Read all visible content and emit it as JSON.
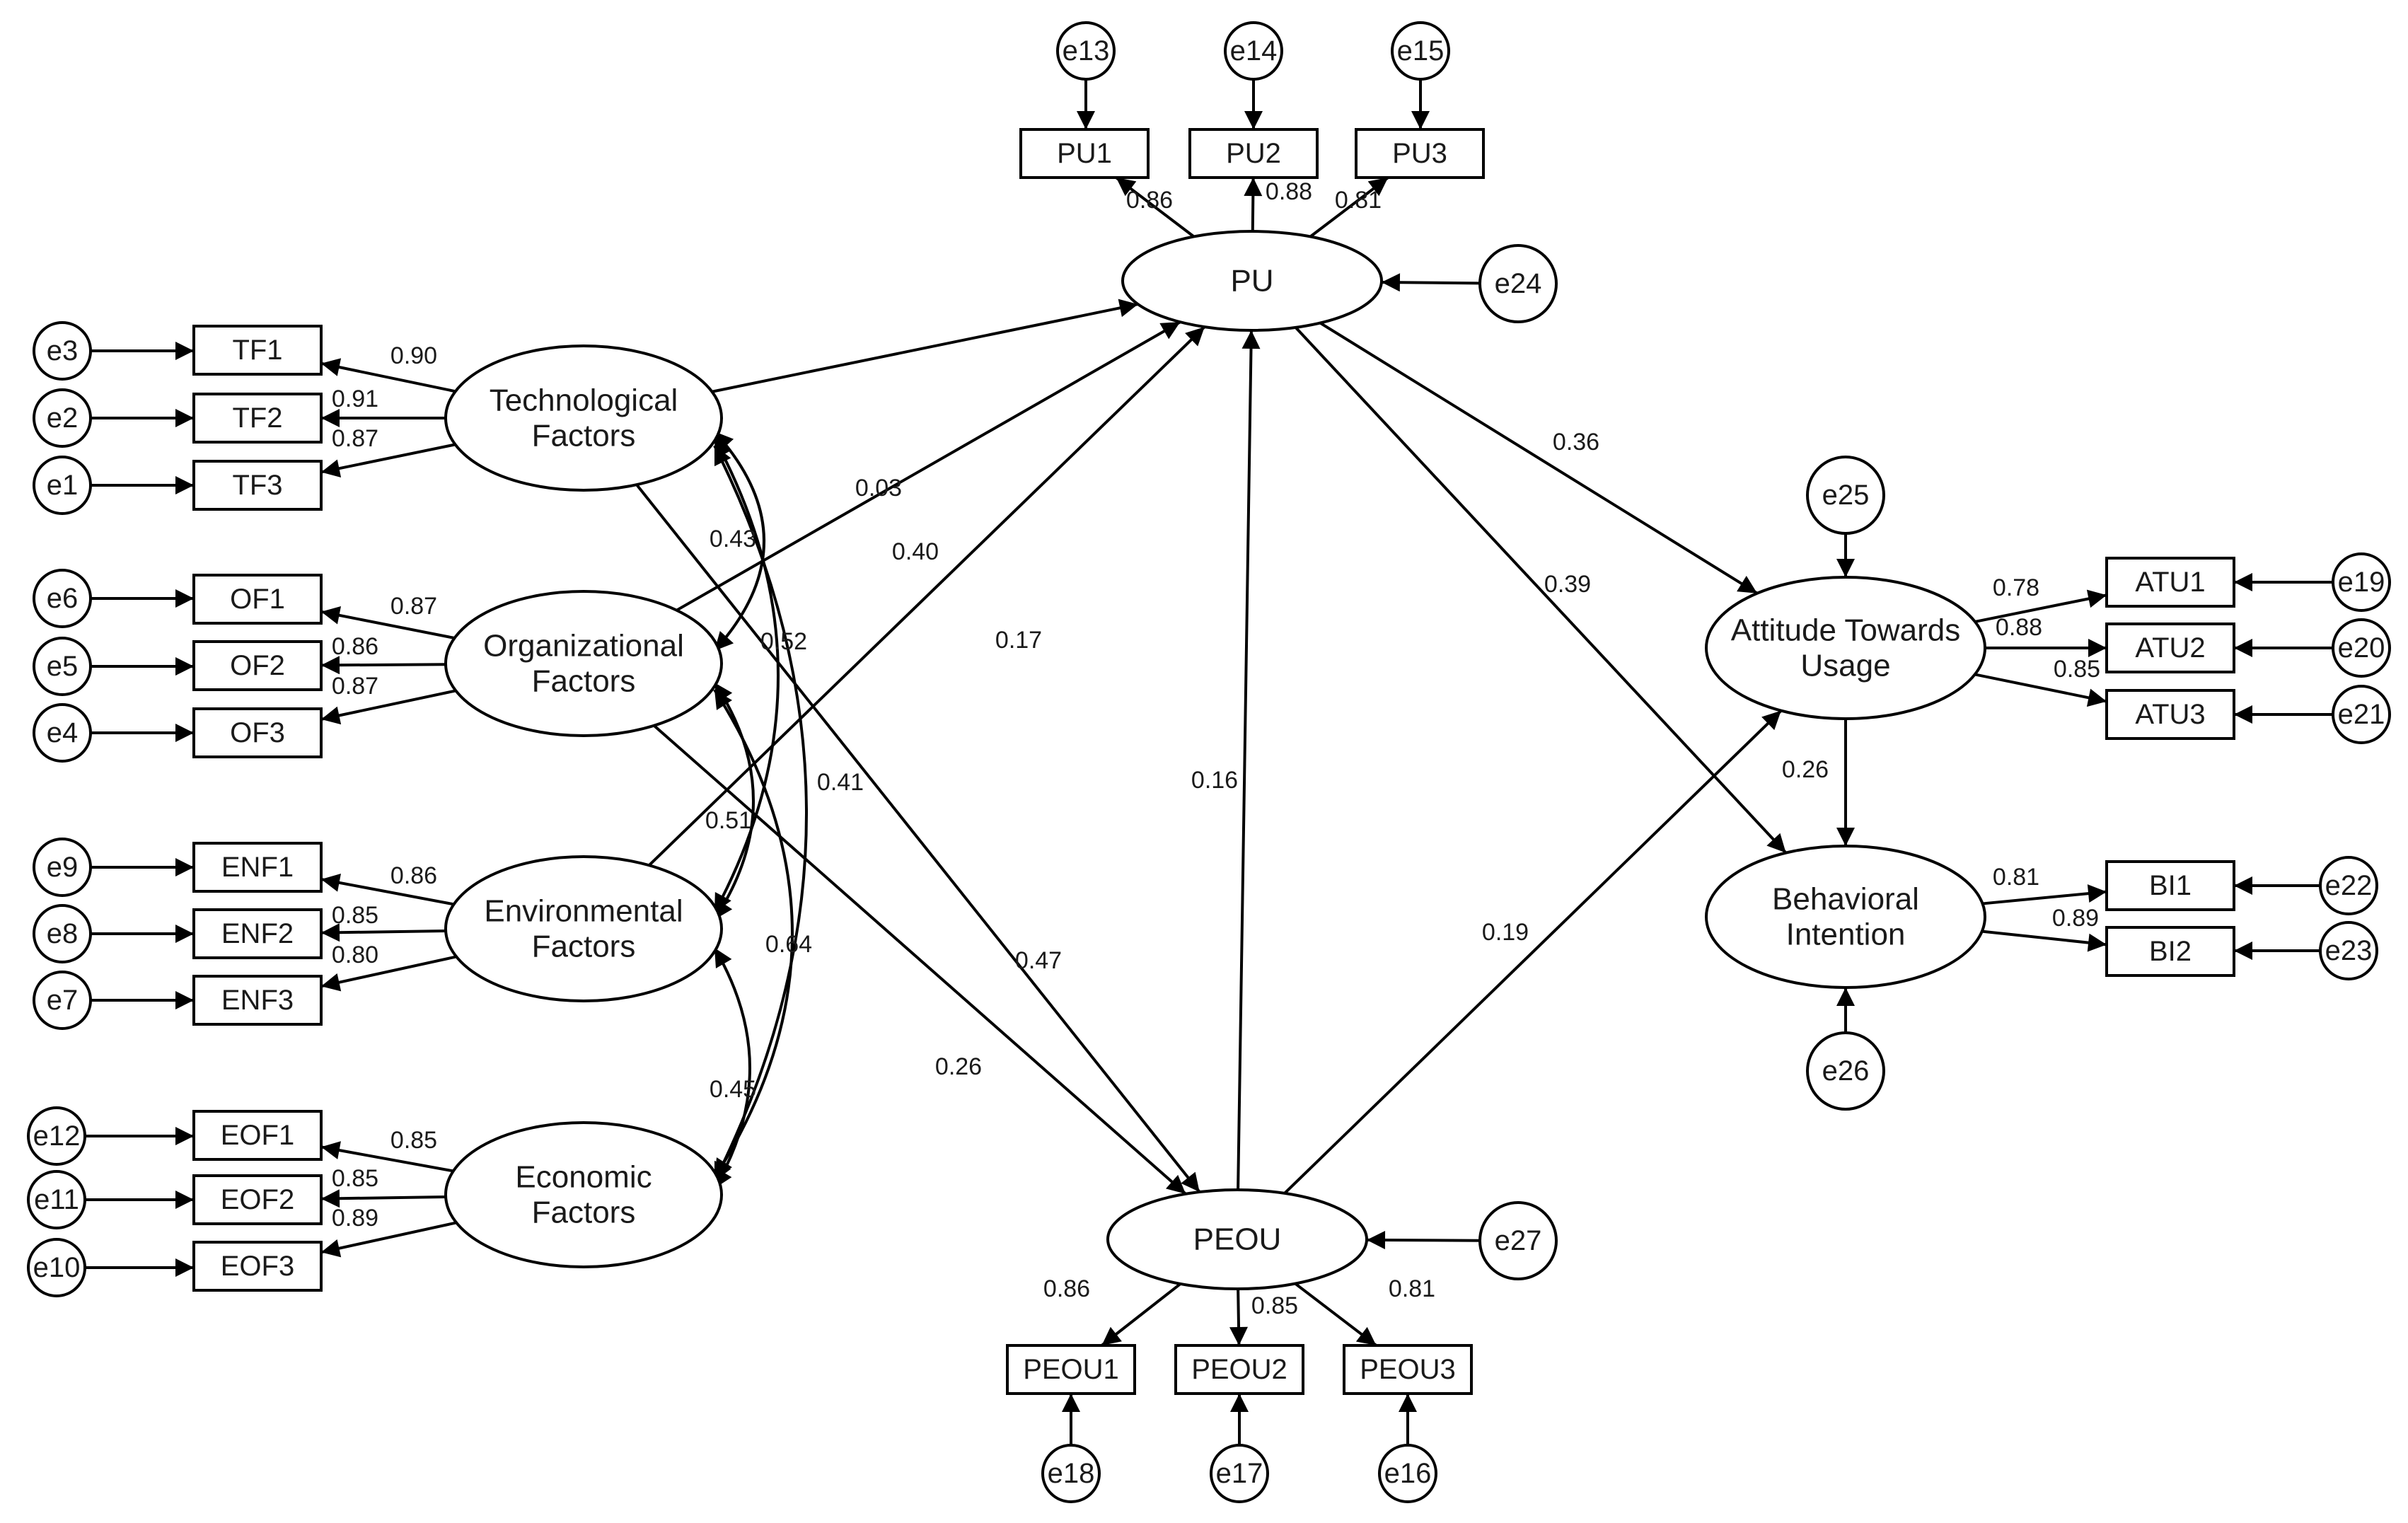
{
  "latent": [
    {
      "id": "tf",
      "lines": [
        "Technological",
        "Factors"
      ]
    },
    {
      "id": "of",
      "lines": [
        "Organizational",
        "Factors"
      ]
    },
    {
      "id": "enf",
      "lines": [
        "Environmental",
        "Factors"
      ]
    },
    {
      "id": "eof",
      "lines": [
        "Economic",
        "Factors"
      ]
    },
    {
      "id": "pu",
      "lines": [
        "PU"
      ]
    },
    {
      "id": "peou",
      "lines": [
        "PEOU"
      ]
    },
    {
      "id": "atu",
      "lines": [
        "Attitude Towards",
        "Usage"
      ]
    },
    {
      "id": "bi",
      "lines": [
        "Behavioral",
        "Intention"
      ]
    }
  ],
  "indicators": [
    {
      "id": "TF1",
      "label": "TF1",
      "error": "e3",
      "loading": "0.90"
    },
    {
      "id": "TF2",
      "label": "TF2",
      "error": "e2",
      "loading": "0.91"
    },
    {
      "id": "TF3",
      "label": "TF3",
      "error": "e1",
      "loading": "0.87"
    },
    {
      "id": "OF1",
      "label": "OF1",
      "error": "e6",
      "loading": "0.87"
    },
    {
      "id": "OF2",
      "label": "OF2",
      "error": "e5",
      "loading": "0.86"
    },
    {
      "id": "OF3",
      "label": "OF3",
      "error": "e4",
      "loading": "0.87"
    },
    {
      "id": "ENF1",
      "label": "ENF1",
      "error": "e9",
      "loading": "0.86"
    },
    {
      "id": "ENF2",
      "label": "ENF2",
      "error": "e8",
      "loading": "0.85"
    },
    {
      "id": "ENF3",
      "label": "ENF3",
      "error": "e7",
      "loading": "0.80"
    },
    {
      "id": "EOF1",
      "label": "EOF1",
      "error": "e12",
      "loading": "0.85"
    },
    {
      "id": "EOF2",
      "label": "EOF2",
      "error": "e11",
      "loading": "0.85"
    },
    {
      "id": "EOF3",
      "label": "EOF3",
      "error": "e10",
      "loading": "0.89"
    },
    {
      "id": "PU1",
      "label": "PU1",
      "error": "e13",
      "loading": "0.86"
    },
    {
      "id": "PU2",
      "label": "PU2",
      "error": "e14",
      "loading": "0.88"
    },
    {
      "id": "PU3",
      "label": "PU3",
      "error": "e15",
      "loading": "0.81"
    },
    {
      "id": "PEOU1",
      "label": "PEOU1",
      "error": "e18",
      "loading": "0.86"
    },
    {
      "id": "PEOU2",
      "label": "PEOU2",
      "error": "e17",
      "loading": "0.85"
    },
    {
      "id": "PEOU3",
      "label": "PEOU3",
      "error": "e16",
      "loading": "0.81"
    },
    {
      "id": "ATU1",
      "label": "ATU1",
      "error": "e19",
      "loading": "0.78"
    },
    {
      "id": "ATU2",
      "label": "ATU2",
      "error": "e20",
      "loading": "0.88"
    },
    {
      "id": "ATU3",
      "label": "ATU3",
      "error": "e21",
      "loading": "0.85"
    },
    {
      "id": "BI1",
      "label": "BI1",
      "error": "e22",
      "loading": "0.81"
    },
    {
      "id": "BI2",
      "label": "BI2",
      "error": "e23",
      "loading": "0.89"
    }
  ],
  "disturbances": [
    {
      "id": "e24",
      "target": "pu"
    },
    {
      "id": "e27",
      "target": "peou"
    },
    {
      "id": "e25",
      "target": "atu"
    },
    {
      "id": "e26",
      "target": "bi"
    }
  ],
  "paths": [
    {
      "from": "tf",
      "to": "pu",
      "coef": "0.03"
    },
    {
      "from": "of",
      "to": "pu",
      "coef": "0.40"
    },
    {
      "from": "enf",
      "to": "pu",
      "coef": "0.17"
    },
    {
      "from": "tf",
      "to": "peou",
      "coef": "0.47"
    },
    {
      "from": "of",
      "to": "peou",
      "coef": "0.26"
    },
    {
      "from": "peou",
      "to": "pu",
      "coef": "0.16"
    },
    {
      "from": "pu",
      "to": "atu",
      "coef": "0.36"
    },
    {
      "from": "pu",
      "to": "bi",
      "coef": "0.39"
    },
    {
      "from": "peou",
      "to": "atu",
      "coef": "0.19"
    },
    {
      "from": "atu",
      "to": "bi",
      "coef": "0.26"
    }
  ],
  "covariances": [
    {
      "a": "tf",
      "b": "of",
      "coef": "0.43"
    },
    {
      "a": "tf",
      "b": "enf",
      "coef": "0.52"
    },
    {
      "a": "tf",
      "b": "eof",
      "coef": "0.41"
    },
    {
      "a": "of",
      "b": "enf",
      "coef": "0.51"
    },
    {
      "a": "of",
      "b": "eof",
      "coef": "0.64"
    },
    {
      "a": "enf",
      "b": "eof",
      "coef": "0.45"
    }
  ],
  "colors": {
    "stroke": "#000000",
    "fill": "#ffffff",
    "text": "#1a1a1a"
  }
}
